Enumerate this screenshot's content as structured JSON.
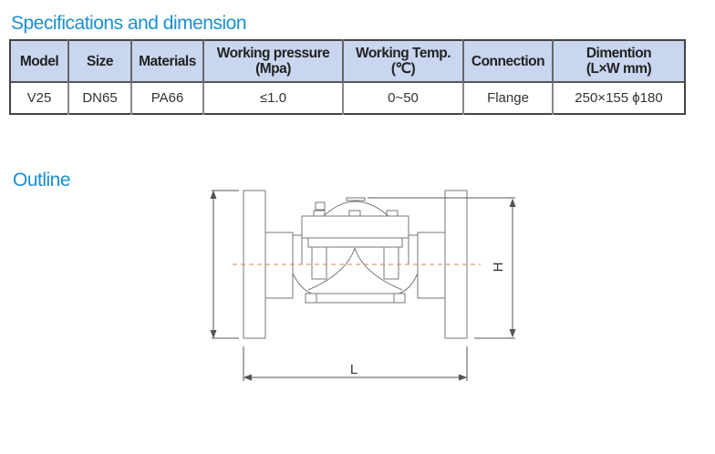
{
  "sections": {
    "spec_title": "Specifications and dimension",
    "outline_title": "Outline"
  },
  "table": {
    "headers": [
      {
        "line1": "Model",
        "line2": ""
      },
      {
        "line1": "Size",
        "line2": ""
      },
      {
        "line1": "Materials",
        "line2": ""
      },
      {
        "line1": "Working pressure",
        "line2": "(Mpa)"
      },
      {
        "line1": "Working Temp.",
        "line2": "(℃)"
      },
      {
        "line1": "Connection",
        "line2": ""
      },
      {
        "line1": "Dimention",
        "line2": "(L×W  mm)"
      }
    ],
    "row": [
      "V25",
      "DN65",
      "PA66",
      "≤1.0",
      "0~50",
      "Flange",
      "250×155  ϕ180"
    ]
  },
  "drawing": {
    "label_h": "H",
    "label_l": "L"
  }
}
